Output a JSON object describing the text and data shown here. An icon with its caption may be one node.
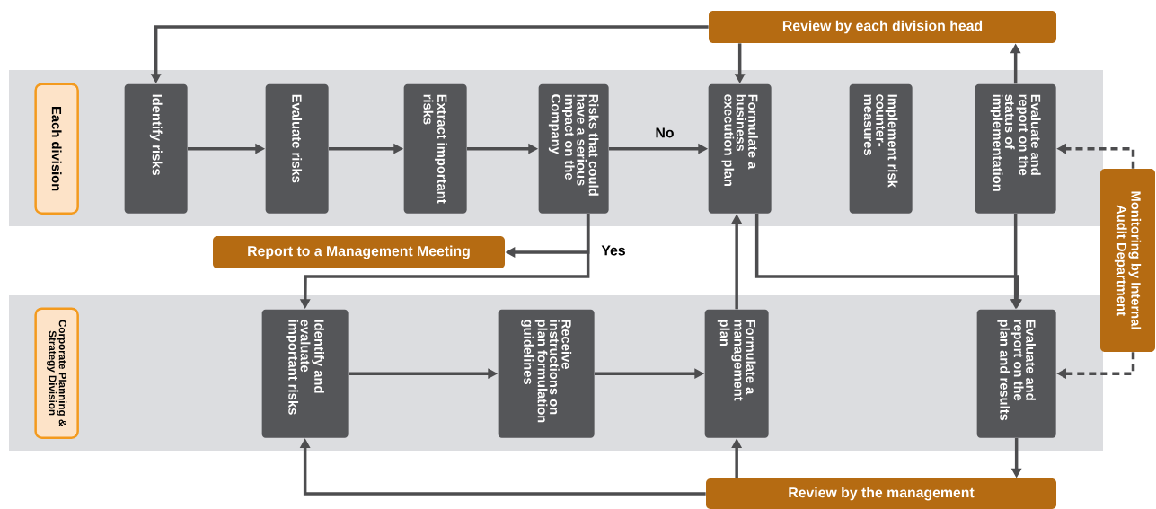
{
  "diagram": {
    "nodes": [
      {
        "text": [],
        "shape": "box"
      },
      {
        "text": [
          "Each division"
        ],
        "in": 0
      },
      {
        "text": [
          "Identify risks"
        ],
        "in": 0
      },
      {
        "text": [
          "Evaluate risks"
        ],
        "in": 0
      },
      {
        "text": [
          "Extract important risks"
        ],
        "in": 0
      },
      {
        "text": [
          "Risks that could have a serious impact on the Company"
        ],
        "in": 0
      },
      {
        "text": [
          "Formulate a business execution plan"
        ],
        "in": 0
      },
      {
        "text": [
          "Implement risk counter-measures"
        ],
        "in": 0
      },
      {
        "text": [
          "Evaluate and report on the status of implementation"
        ],
        "in": 0
      },
      {
        "text": [
          "Review by each division head"
        ]
      },
      {
        "text": [
          "Report to a Management Meeting"
        ]
      },
      {
        "text": [],
        "shape": "box"
      },
      {
        "text": [
          "Corporate Planning & Strategy Division"
        ],
        "in": 11
      },
      {
        "text": [
          "Identify and evaluate important risks"
        ],
        "in": 11
      },
      {
        "text": [
          "Receive instructions on plan formulation guidelines"
        ],
        "in": 11
      },
      {
        "text": [
          "Formulate a management plan"
        ],
        "in": 11
      },
      {
        "text": [
          "Evaluate and report on the plan and results"
        ],
        "in": 11
      },
      {
        "text": [
          "Review by the management"
        ]
      },
      {
        "text": [
          "Monitoring by Internal Audit Department"
        ]
      }
    ],
    "edges": [
      {
        "from": 9,
        "to": 2,
        "arrow": "to"
      },
      {
        "from": 9,
        "to": 6,
        "arrow": "to"
      },
      {
        "from": 8,
        "to": 9,
        "arrow": "to"
      },
      {
        "from": 2,
        "to": 3,
        "arrow": "to"
      },
      {
        "from": 3,
        "to": 4,
        "arrow": "to"
      },
      {
        "from": 4,
        "to": 5,
        "arrow": "to"
      },
      {
        "from": 5,
        "to": 6,
        "arrow": "to",
        "label": "No"
      },
      {
        "from": 5,
        "to": 10,
        "arrow": "to",
        "label": "Yes"
      },
      {
        "from": 5,
        "to": 13,
        "arrow": "to"
      },
      {
        "from": 15,
        "to": 6,
        "arrow": "to"
      },
      {
        "from": 6,
        "to": 16,
        "arrow": "to"
      },
      {
        "from": 8,
        "to": 16,
        "arrow": "to"
      },
      {
        "from": 13,
        "to": 14,
        "arrow": "to"
      },
      {
        "from": 14,
        "to": 15,
        "arrow": "to"
      },
      {
        "from": 16,
        "to": 17,
        "arrow": "to"
      },
      {
        "from": 17,
        "to": 13,
        "arrow": "to"
      },
      {
        "from": 17,
        "to": 15,
        "arrow": "to"
      },
      {
        "from": 18,
        "to": 8,
        "arrow": "to",
        "style": "dashed"
      },
      {
        "from": 18,
        "to": 16,
        "arrow": "to",
        "style": "dashed"
      }
    ]
  }
}
